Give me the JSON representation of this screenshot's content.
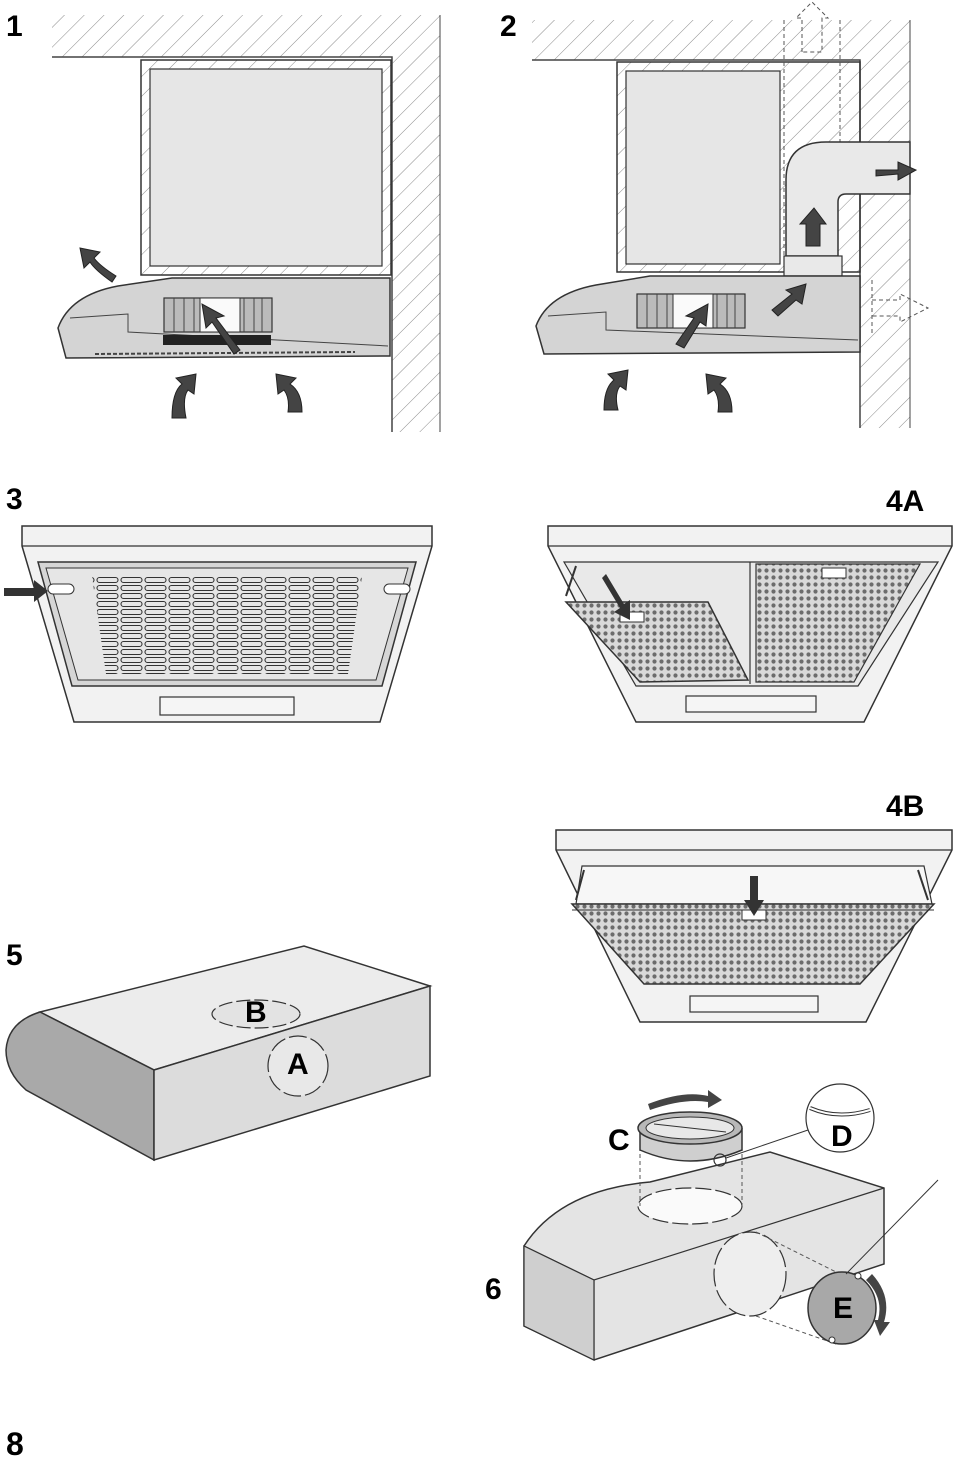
{
  "figures": {
    "f1": "1",
    "f2": "2",
    "f3": "3",
    "f4a": "4A",
    "f4b": "4B",
    "f5": "5",
    "f6": "6"
  },
  "parts": {
    "a": "A",
    "b": "B",
    "c": "C",
    "d": "D",
    "e": "E"
  },
  "page_number": "8"
}
